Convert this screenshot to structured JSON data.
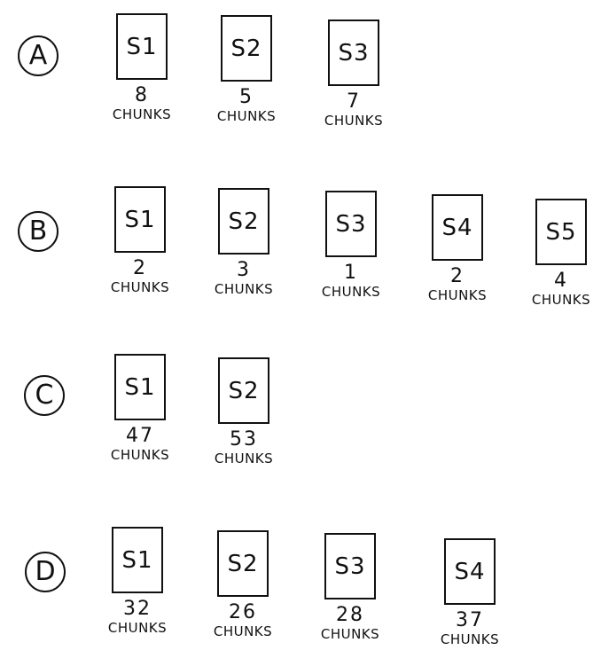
{
  "rows": [
    {
      "label": "A",
      "shards": [
        {
          "name": "S1",
          "count": "8",
          "unit": "CHUNKS"
        },
        {
          "name": "S2",
          "count": "5",
          "unit": "CHUNKS"
        },
        {
          "name": "S3",
          "count": "7",
          "unit": "CHUNKS"
        }
      ]
    },
    {
      "label": "B",
      "shards": [
        {
          "name": "S1",
          "count": "2",
          "unit": "CHUNKS"
        },
        {
          "name": "S2",
          "count": "3",
          "unit": "CHUNKS"
        },
        {
          "name": "S3",
          "count": "1",
          "unit": "CHUNKS"
        },
        {
          "name": "S4",
          "count": "2",
          "unit": "CHUNKS"
        },
        {
          "name": "S5",
          "count": "4",
          "unit": "CHUNKS"
        }
      ]
    },
    {
      "label": "C",
      "shards": [
        {
          "name": "S1",
          "count": "47",
          "unit": "CHUNKS"
        },
        {
          "name": "S2",
          "count": "53",
          "unit": "CHUNKS"
        }
      ]
    },
    {
      "label": "D",
      "shards": [
        {
          "name": "S1",
          "count": "32",
          "unit": "CHUNKS"
        },
        {
          "name": "S2",
          "count": "26",
          "unit": "CHUNKS"
        },
        {
          "name": "S3",
          "count": "28",
          "unit": "CHUNKS"
        },
        {
          "name": "S4",
          "count": "37",
          "unit": "CHUNKS"
        }
      ]
    }
  ]
}
